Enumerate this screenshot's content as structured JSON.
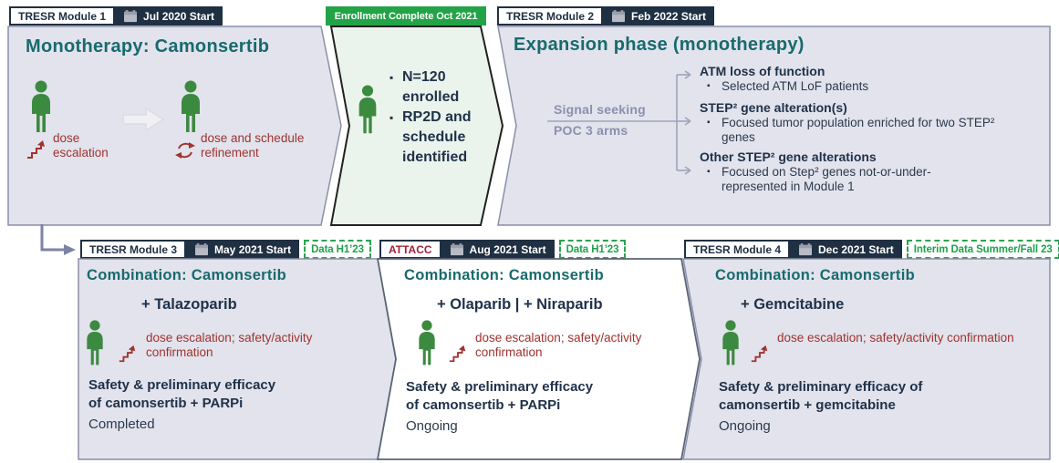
{
  "colors": {
    "teal_title": "#186a6e",
    "navy": "#20324a",
    "tag_dark_bg": "#203043",
    "green_banner_bg": "#23a347",
    "badge_green": "#1fa14c",
    "chevron_fill": "#eaf4ec",
    "panel_fill": "#e2e3ec",
    "panel_border": "#8b8fa8",
    "red_text": "#a03330",
    "attacc_red": "#9e2139",
    "person_green": "#3c8a40",
    "connector_gray": "#7e83a6"
  },
  "top_row": {
    "module1": {
      "tag": "TRESR Module 1",
      "start": "Jul 2020 Start",
      "title": "Monotherapy: Camonsertib",
      "phase1_label": "dose escalation",
      "phase2_label": "dose and schedule refinement"
    },
    "enrollment": {
      "banner": "Enrollment Complete Oct 2021",
      "bullet1": "N=120 enrolled",
      "bullet2": "RP2D and schedule identified"
    },
    "module2": {
      "tag": "TRESR Module 2",
      "start": "Feb 2022 Start",
      "title": "Expansion phase (monotherapy)",
      "signal_line1": "Signal seeking",
      "signal_line2": "POC 3 arms",
      "arms": [
        {
          "title": "ATM loss of function",
          "bullet": "Selected ATM LoF patients"
        },
        {
          "title": "STEP² gene alteration(s)",
          "bullet": "Focused tumor population enriched for two STEP² genes"
        },
        {
          "title": "Other STEP² gene alterations",
          "bullet": "Focused on Step² genes not-or-under-represented in Module 1"
        }
      ]
    }
  },
  "bottom_row": {
    "panels": [
      {
        "tag": "TRESR Module 3",
        "start": "May 2021 Start",
        "badge": "Data H1’23",
        "title": "Combination: Camonsertib",
        "drug": "+ Talazoparib",
        "escalation": "dose escalation; safety/activity confirmation",
        "study_line1": "Safety & preliminary efficacy",
        "study_line2": "of camonsertib + PARPi",
        "status": "Completed"
      },
      {
        "tag": "ATTACC",
        "start": "Aug 2021 Start",
        "badge": "Data H1’23",
        "title": "Combination: Camonsertib",
        "drug": "+ Olaparib | + Niraparib",
        "escalation": "dose escalation; safety/activity confirmation",
        "study_line1": "Safety & preliminary efficacy",
        "study_line2": "of camonsertib + PARPi",
        "status": "Ongoing"
      },
      {
        "tag": "TRESR Module 4",
        "start": "Dec 2021 Start",
        "badge": "Interim Data Summer/Fall 23",
        "title": "Combination: Camonsertib",
        "drug": "+ Gemcitabine",
        "escalation": "dose escalation; safety/activity confirmation",
        "study_line1": "Safety & preliminary efficacy of",
        "study_line2": "camonsertib + gemcitabine",
        "status": "Ongoing"
      }
    ]
  }
}
